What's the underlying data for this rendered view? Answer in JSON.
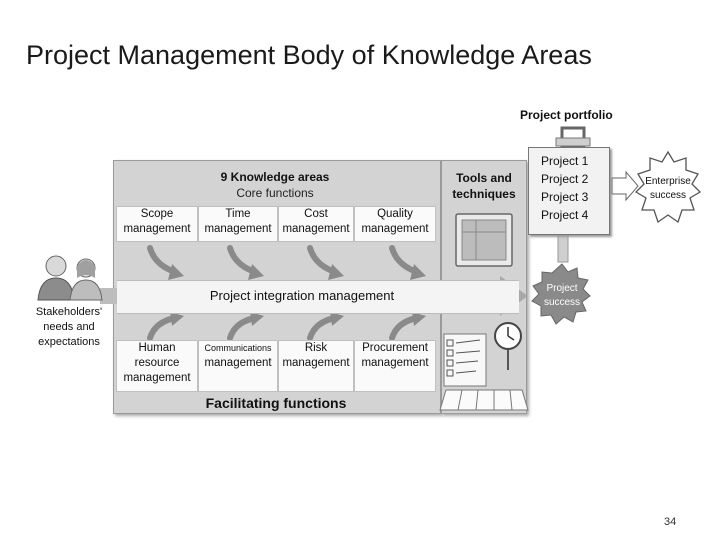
{
  "title": "Project Management Body of Knowledge Areas",
  "page_number": "34",
  "knowledge_areas": {
    "title": "9 Knowledge areas",
    "core_title": "Core functions",
    "core": [
      {
        "line1": "Scope",
        "line2": "management"
      },
      {
        "line1": "Time",
        "line2": "management"
      },
      {
        "line1": "Cost",
        "line2": "management"
      },
      {
        "line1": "Quality",
        "line2": "management"
      }
    ],
    "integration": "Project integration management",
    "facilitating": [
      {
        "line1": "Human",
        "line2": "resource",
        "line3": "management"
      },
      {
        "line1": "Communications",
        "line2": "management"
      },
      {
        "line1": "Risk",
        "line2": "management"
      },
      {
        "line1": "Procurement",
        "line2": "management"
      }
    ],
    "facilitating_title": "Facilitating functions"
  },
  "tools": {
    "line1": "Tools and",
    "line2": "techniques"
  },
  "stakeholders": {
    "line1": "Stakeholders'",
    "line2": "needs and",
    "line3": "expectations"
  },
  "portfolio": {
    "title": "Project portfolio",
    "projects": [
      "Project 1",
      "Project 2",
      "Project 3",
      "Project 4"
    ]
  },
  "project_success": {
    "line1": "Project",
    "line2": "success"
  },
  "enterprise_success": {
    "line1": "Enterprise",
    "line2": "success"
  }
}
